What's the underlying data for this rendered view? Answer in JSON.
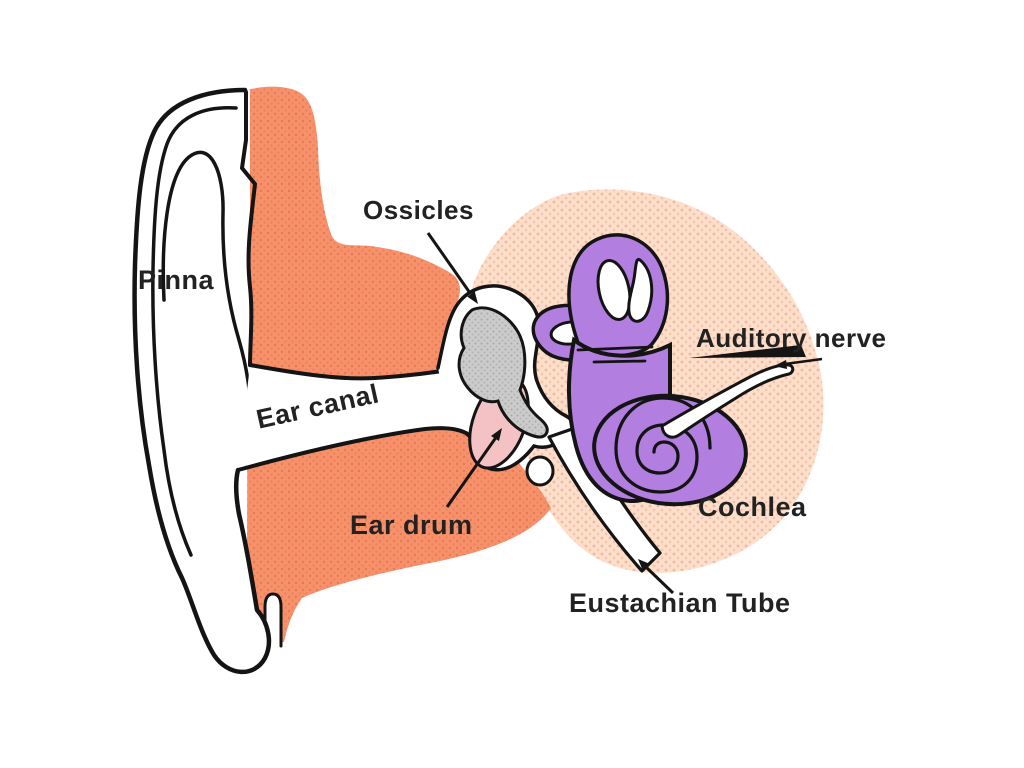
{
  "diagram": {
    "labels": {
      "pinna": "Pinna",
      "ossicles": "Ossicles",
      "ear_canal": "Ear canal",
      "ear_drum": "Ear drum",
      "auditory_nerve": "Auditory nerve",
      "cochlea": "Cochlea",
      "eustachian_tube": "Eustachian Tube"
    },
    "colors": {
      "skin": "#F6916C",
      "skin_dot": "#E97A4F",
      "skin_light": "#FCDFCA",
      "skin_light_dot": "#F5B5A0",
      "inner_ear": "#B27FE1",
      "ossicles": "#CBCBCB",
      "ear_drum": "#F4C2C4",
      "outline": "#141414",
      "label_text": "#222222"
    }
  }
}
